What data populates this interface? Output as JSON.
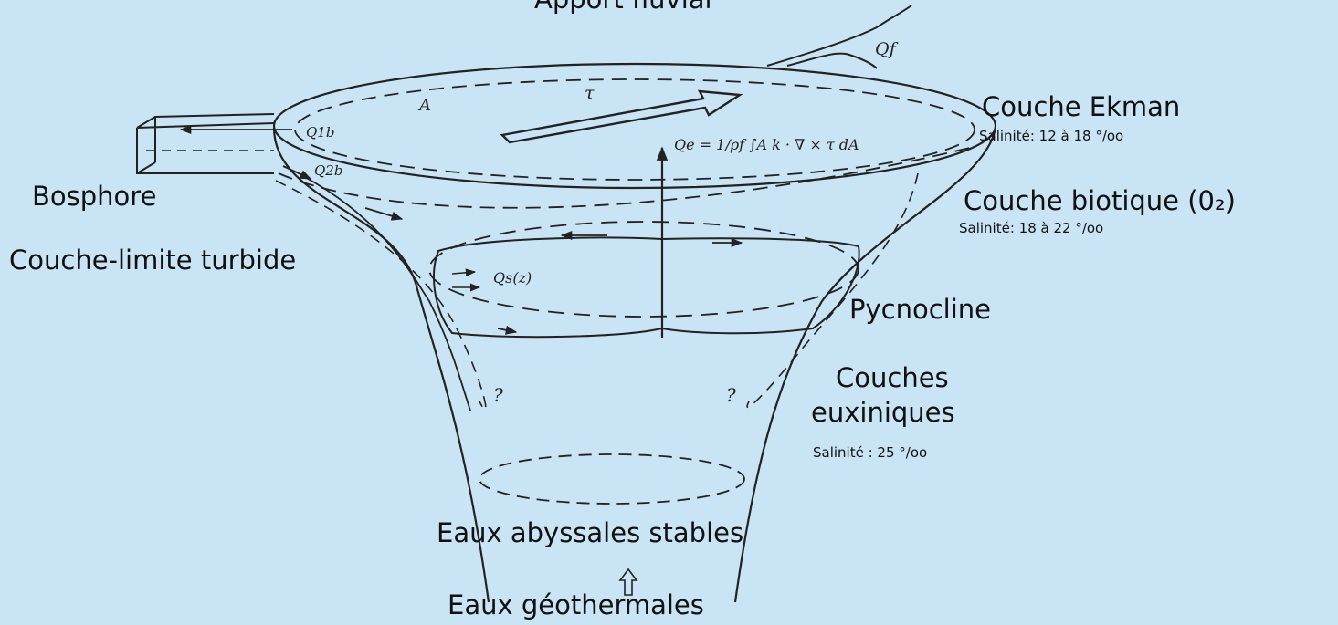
{
  "labels": {
    "apport_fluvial": "Apport fluvial",
    "couche_ekman": "Couche Ekman",
    "salinite_ekman": "Salinité: 12 à 18 °/oo",
    "couche_biotique": "Couche biotique (0₂)",
    "salinite_biotique": "Salinité: 18 à 22 °/oo",
    "bosphore": "Bosphore",
    "couche_limite": "Couche-limite turbide",
    "pycnocline": "Pycnocline",
    "couches_euxiniques_1": "Couches",
    "couches_euxiniques_2": "euxiniques",
    "salinite_euxinique": "Salinité : 25 °/oo",
    "eaux_abyssales": "Eaux abyssales stables",
    "eaux_geothermales": "Eaux géothermales"
  },
  "annotations": {
    "qf": "Qf",
    "q1b": "Q1b",
    "q2b": "Q2b",
    "area": "A",
    "tau": "τ",
    "qe_formula": "Qe = 1/ρf ∫A k · ∇ × τ dA",
    "qz": "Qs(z)",
    "question_left": "?",
    "question_right": "?"
  },
  "colors": {
    "background": "#c9e4f4",
    "ink": "#222222"
  }
}
